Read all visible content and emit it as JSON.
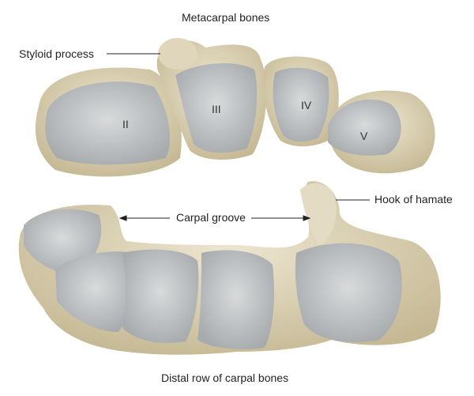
{
  "title": "Metacarpal bones",
  "labels": {
    "styloid": "Styloid process",
    "carpal_groove": "Carpal groove",
    "hook": "Hook of hamate",
    "distal_row": "Distal row of carpal bones"
  },
  "numerals": [
    "II",
    "III",
    "IV",
    "V"
  ],
  "colors": {
    "bone": "#e3dbc4",
    "bone_shadow": "#c9bd9c",
    "face": "#c8cbcd",
    "face_dark": "#a9adb0"
  }
}
